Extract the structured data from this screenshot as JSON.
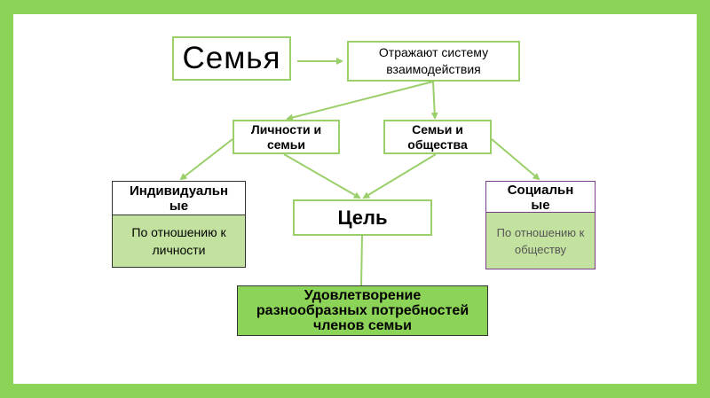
{
  "nodes": {
    "semya": "Семья",
    "otrazh": "Отражают систему взаимодействия",
    "lichnosti": "Личности и семьи",
    "semi_obshestva": "Семьи и общества",
    "cel": "Цель",
    "individ_title": "Индивидуальные",
    "individ_text": "По отношению к личности",
    "social_title": "Социальные",
    "social_text": "По отношению к обществу",
    "goal": "Удовлетворение разнообразных потребностей членов семьи"
  },
  "colors": {
    "frame": "#8cd457",
    "node_border": "#9bcf6a",
    "light_fill": "#c4e29f",
    "goal_fill": "#8cd457"
  }
}
